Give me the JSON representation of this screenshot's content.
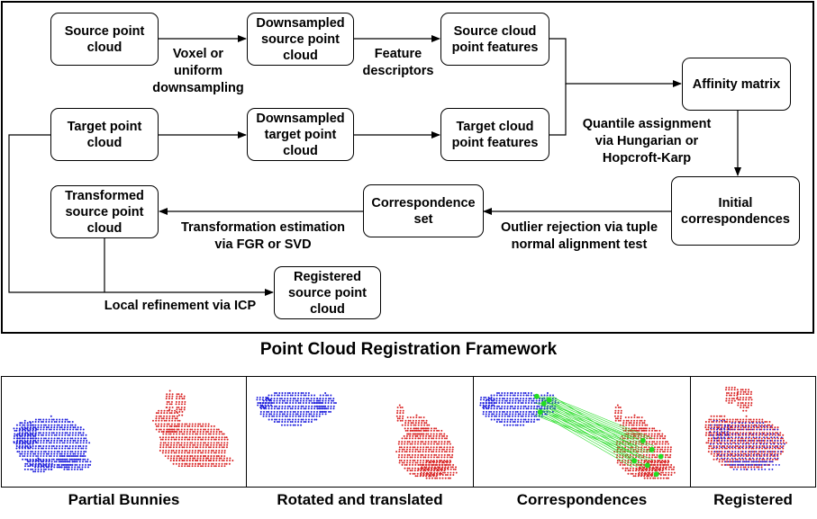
{
  "diagram": {
    "nodes": {
      "src_cloud": "Source point\ncloud",
      "ds_src": "Downsampled\nsource point\ncloud",
      "src_feat": "Source cloud\npoint features",
      "affinity": "Affinity matrix",
      "tgt_cloud": "Target point\ncloud",
      "ds_tgt": "Downsampled\ntarget point\ncloud",
      "tgt_feat": "Target cloud\npoint features",
      "init_corr": "Initial\ncorrespondences",
      "corr_set": "Correspondence\nset",
      "transformed": "Transformed\nsource point\ncloud",
      "registered": "Registered\nsource point\ncloud"
    },
    "edge_labels": {
      "voxel": "Voxel or\nuniform\ndownsampling",
      "feature": "Feature\ndescriptors",
      "quantile": "Quantile assignment\nvia Hungarian or\nHopcroft-Karp",
      "outlier": "Outlier rejection via tuple\nnormal alignment test",
      "transform": "Transformation estimation\nvia FGR or SVD",
      "icp": "Local refinement via ICP"
    }
  },
  "title": "Point Cloud Registration Framework",
  "panels": [
    {
      "caption": "Partial Bunnies"
    },
    {
      "caption": "Rotated and translated"
    },
    {
      "caption": "Correspondences"
    },
    {
      "caption": "Registered"
    }
  ],
  "colors": {
    "source_cloud": "#1a1adb",
    "target_cloud": "#d81f1f",
    "correspondence_lines": "#22dd22"
  },
  "icons": [
    "bunny-point-cloud"
  ]
}
